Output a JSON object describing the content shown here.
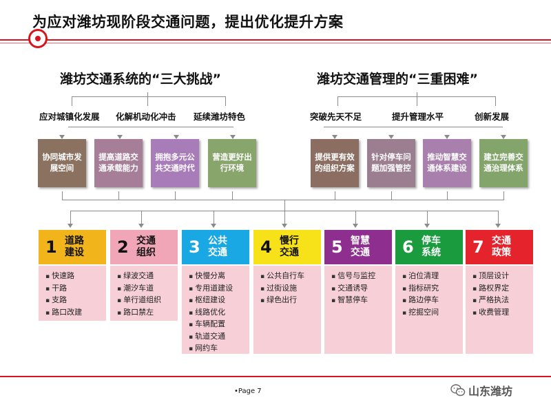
{
  "slide": {
    "title": "为应对潍坊现阶段交通问题，提出优化提升方案",
    "page": "•Page 7",
    "brand": "山东潍坊"
  },
  "left_group": {
    "heading": "潍坊交通系统的“三大挑战”",
    "labels": [
      "应对城镇化发展",
      "化解机动化冲击",
      "延续潍坊特色"
    ],
    "boxes": [
      {
        "text": "协同城市发展空间",
        "color": "#8b7260"
      },
      {
        "text": "提高道路交通承载能力",
        "color": "#a67e98"
      },
      {
        "text": "拥抱多元公共交通时代",
        "color": "#a77cb8"
      },
      {
        "text": "营造更好出行环境",
        "color": "#88a56c"
      }
    ]
  },
  "right_group": {
    "heading": "潍坊交通管理的“三重困难”",
    "labels": [
      "突破先天不足",
      "提升管理水平",
      "创新发展"
    ],
    "boxes": [
      {
        "text": "提供更有效的组织方案",
        "color": "#8b6d62"
      },
      {
        "text": "针对停车问题加强管控",
        "color": "#9b7e8f"
      },
      {
        "text": "推动智慧交通体系建设",
        "color": "#a980ad"
      },
      {
        "text": "建立完善交通治理体系",
        "color": "#83a56b"
      }
    ]
  },
  "categories": [
    {
      "number": "1",
      "name_line1": "道路",
      "name_line2": "建设",
      "color": "#f1b51b",
      "items": [
        "快速路",
        "干路",
        "支路",
        "路口改建"
      ]
    },
    {
      "number": "2",
      "name_line1": "交通",
      "name_line2": "组织",
      "color": "#f1a6b7",
      "items": [
        "绿波交通",
        "潮汐车道",
        "单行道组织",
        "路口禁左"
      ]
    },
    {
      "number": "3",
      "name_line1": "公共",
      "name_line2": "交通",
      "color": "#19a8e3",
      "items": [
        "快慢分离",
        "专用道建设",
        "枢纽建设",
        "线路优化",
        "车辆配置",
        "轨道交通",
        "网约车"
      ]
    },
    {
      "number": "4",
      "name_line1": "慢行",
      "name_line2": "交通",
      "color": "#f7e21a",
      "items": [
        "公共自行车",
        "过街设施",
        "绿色出行"
      ]
    },
    {
      "number": "5",
      "name_line1": "智慧",
      "name_line2": "交通",
      "color": "#8e2f90",
      "items": [
        "信号与监控",
        "交通诱导",
        "智慧停车"
      ]
    },
    {
      "number": "6",
      "name_line1": "停车",
      "name_line2": "系统",
      "color": "#1a9c3e",
      "items": [
        "泊位清理",
        "指标研究",
        "路边停车",
        "挖掘空间"
      ]
    },
    {
      "number": "7",
      "name_line1": "交通",
      "name_line2": "政策",
      "color": "#e5232d",
      "items": [
        "顶层设计",
        "路权界定",
        "严格执法",
        "收费管理"
      ]
    }
  ]
}
